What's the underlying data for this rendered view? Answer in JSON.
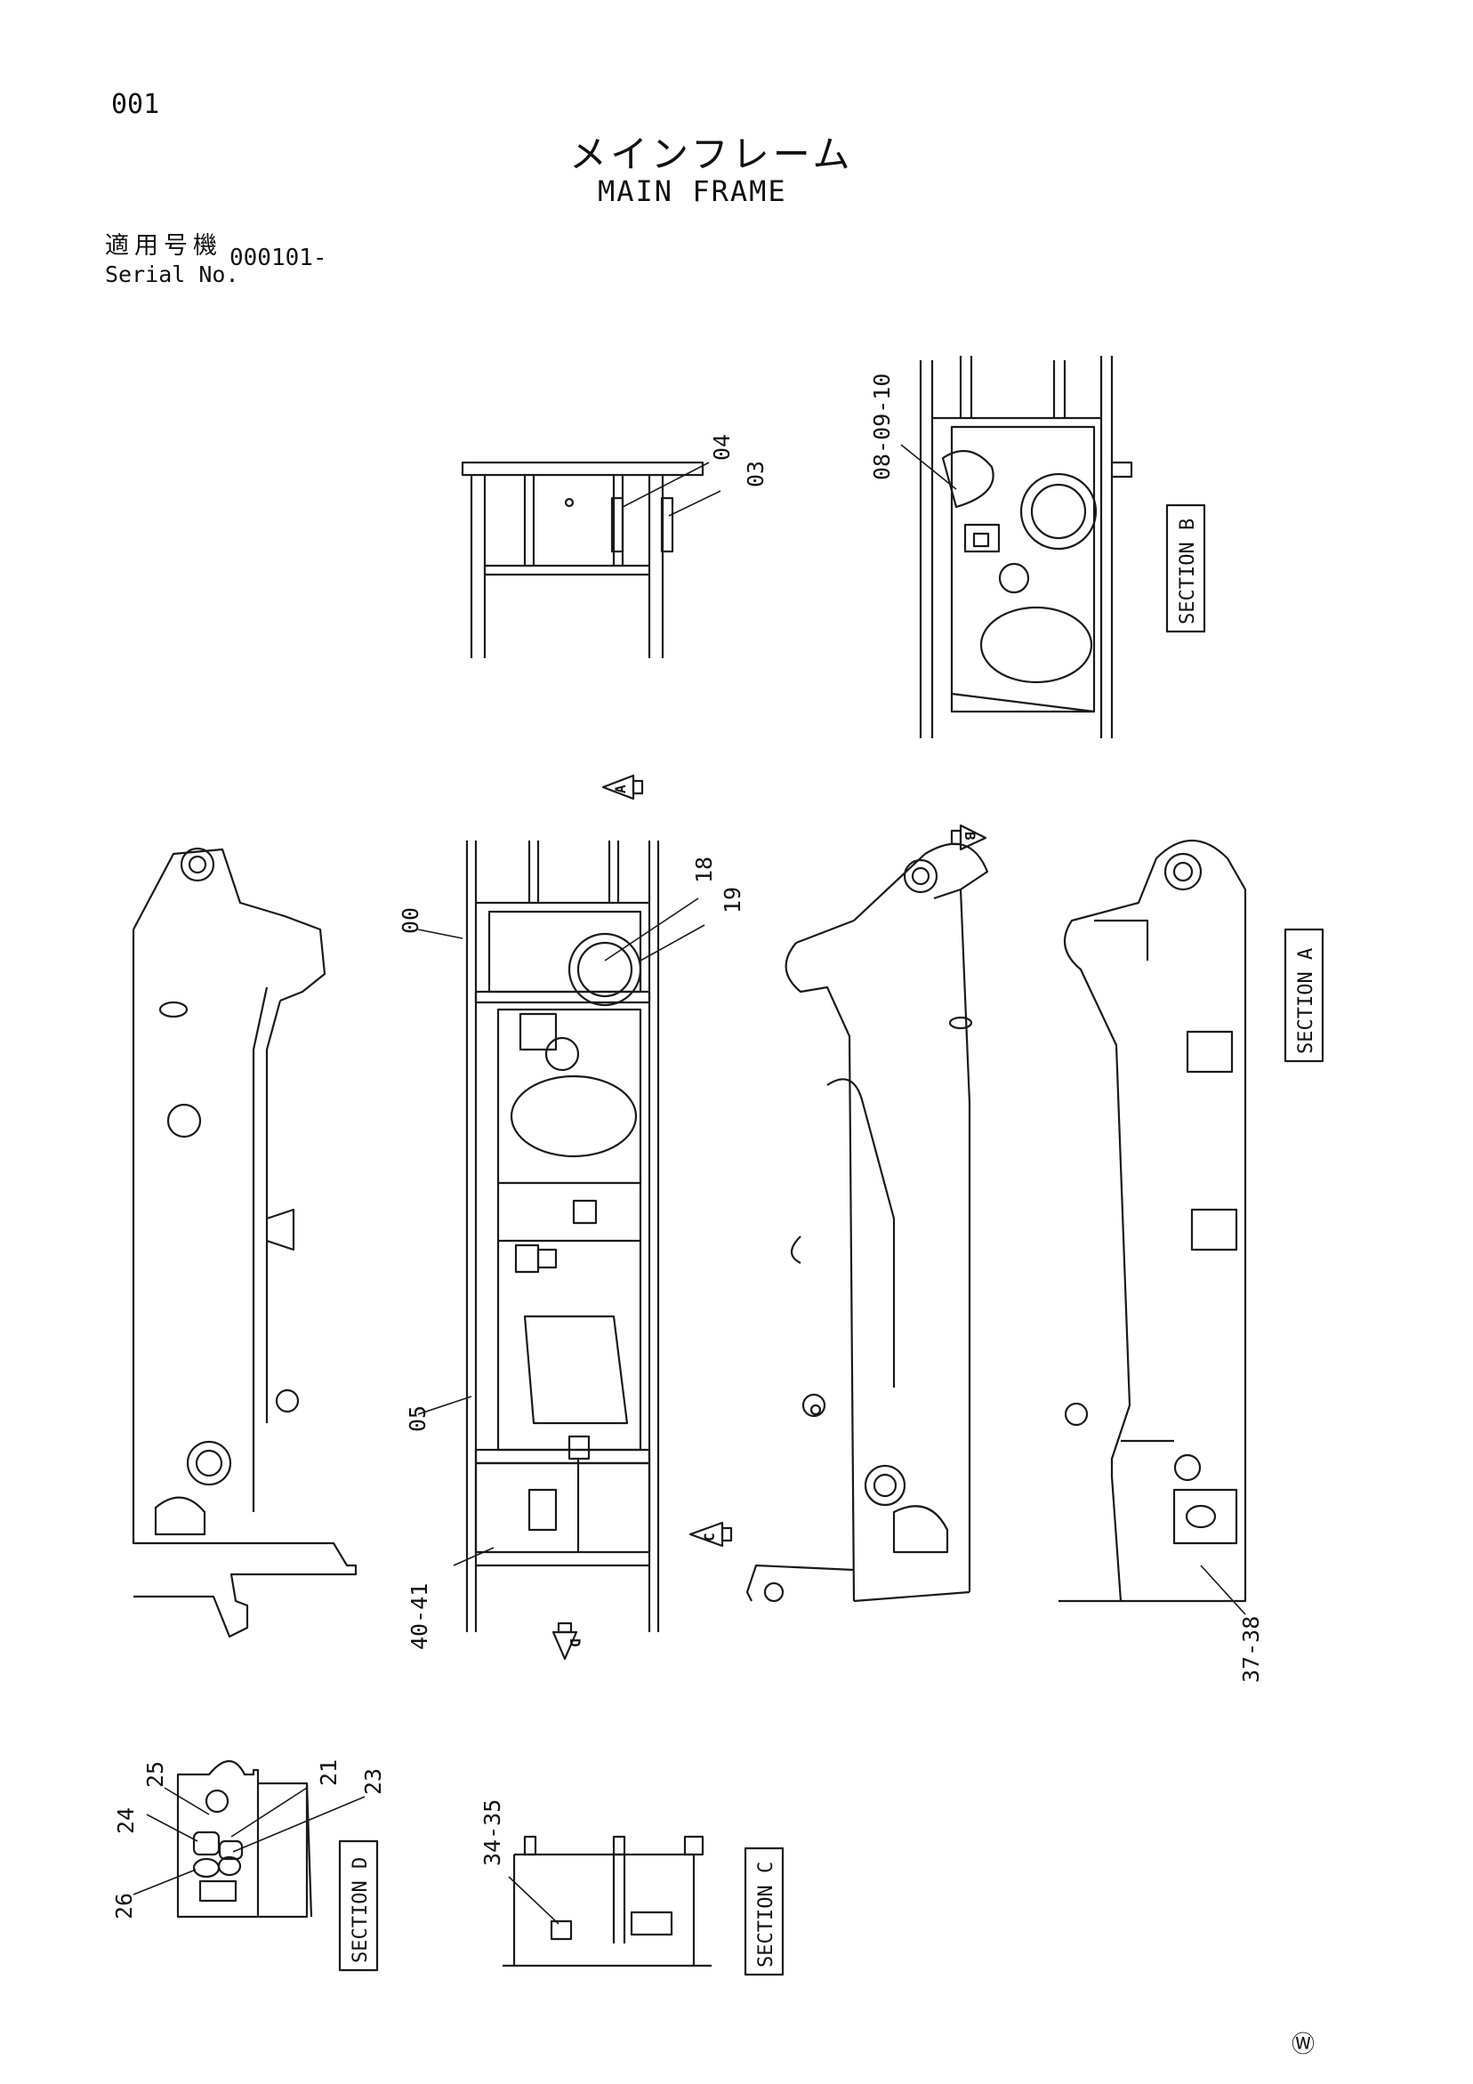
{
  "header": {
    "page_number": "001",
    "title_jp": "メインフレーム",
    "title_en": "MAIN FRAME",
    "serial_label_jp": "適用号機",
    "serial_label_en": "Serial No.",
    "serial_value": "000101-"
  },
  "callouts": {
    "c04": "04",
    "c03": "03",
    "c08": "08-09-10",
    "c00": "00",
    "c18": "18",
    "c19": "19",
    "c05": "05",
    "c40": "40-41",
    "c37": "37-38",
    "c25": "25",
    "c24": "24",
    "c21": "21",
    "c23": "23",
    "c26": "26",
    "c34": "34-35"
  },
  "sections": {
    "a": "SECTION A",
    "b": "SECTION B",
    "c": "SECTION C",
    "d": "SECTION D"
  },
  "view_markers": {
    "a": "A",
    "b": "B",
    "c": "C",
    "d": "D"
  },
  "footer": {
    "mark": "Ⓦ"
  }
}
